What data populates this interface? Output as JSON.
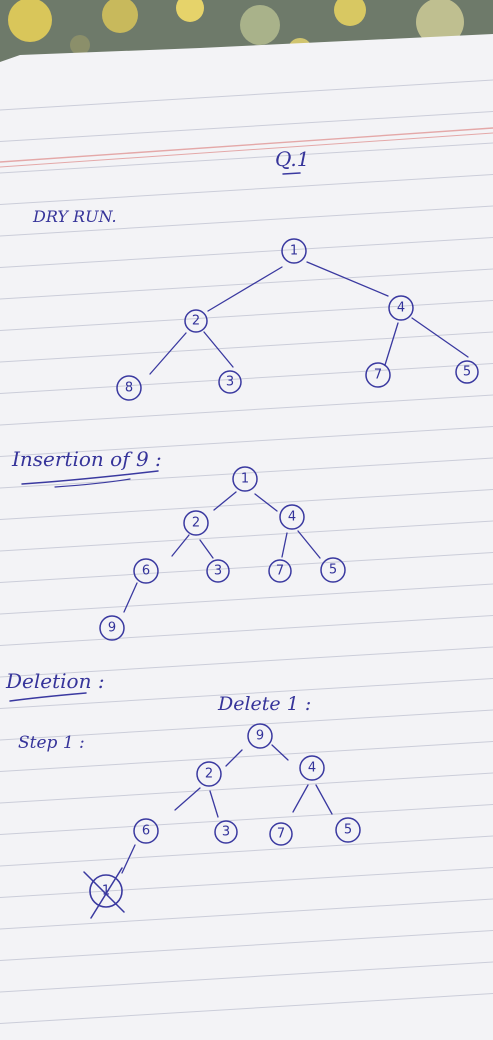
{
  "page": {
    "question_label": "Q.1",
    "dry_run_label": "DRY RUN.",
    "insertion_label": "Insertion of 9 :",
    "deletion_label": "Deletion :",
    "delete_label": "Delete 1 :",
    "step_label": "Step 1 :"
  },
  "trees": {
    "dry_run": [
      "1",
      "2",
      "4",
      "8",
      "3",
      "7",
      "5"
    ],
    "insertion": [
      "1",
      "2",
      "4",
      "6",
      "3",
      "7",
      "5",
      "9"
    ],
    "deletion": [
      "9",
      "2",
      "4",
      "6",
      "3",
      "7",
      "5",
      "1"
    ]
  },
  "colors": {
    "ink": "#3a39a0",
    "paper": "#f3f3f6",
    "rule": "#c9ccd8",
    "margin": "#e4a8a8"
  }
}
